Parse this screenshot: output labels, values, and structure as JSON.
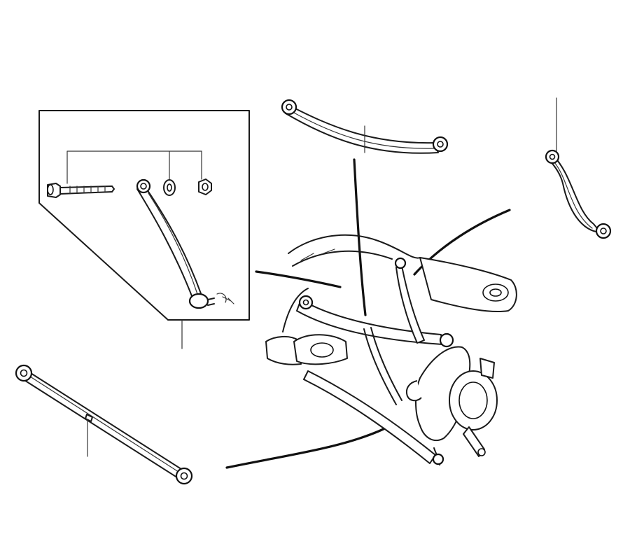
{
  "diagram": {
    "description_free": true,
    "parts": [
      {
        "id": "upper-curved-arm",
        "icon": "control-arm-icon"
      },
      {
        "id": "right-curved-link",
        "icon": "control-arm-icon"
      },
      {
        "id": "lower-long-arm",
        "icon": "control-arm-icon"
      },
      {
        "id": "inset-link",
        "icon": "control-arm-icon"
      },
      {
        "id": "inset-bolt",
        "icon": "bolt-icon"
      },
      {
        "id": "inset-washer",
        "icon": "washer-icon"
      },
      {
        "id": "inset-nut",
        "icon": "nut-icon"
      },
      {
        "id": "suspension-assembly",
        "icon": "suspension-icon"
      }
    ],
    "colors": {
      "line": "#1a1a1a",
      "background": "#ffffff"
    }
  }
}
